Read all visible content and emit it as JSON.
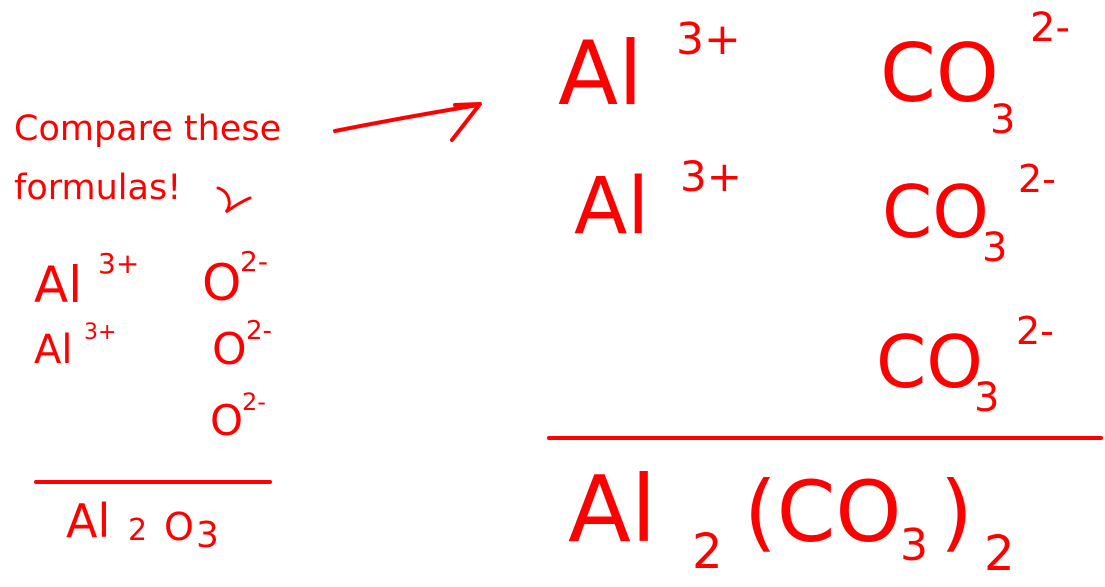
{
  "note": {
    "line1": "Compare these",
    "line2": "formulas!"
  },
  "left": {
    "row1": {
      "ion": "Al",
      "charge": "3+",
      "anion": "O",
      "anion_charge": "2-"
    },
    "row2": {
      "ion": "Al",
      "charge": "3+",
      "anion": "O",
      "anion_charge": "2-"
    },
    "row3": {
      "anion": "O",
      "anion_charge": "2-"
    },
    "result": {
      "a": "Al",
      "a_sub": "2",
      "b": "O",
      "b_sub": "3"
    }
  },
  "right": {
    "row1": {
      "ion": "Al",
      "charge": "3+",
      "anion": "CO",
      "anion_sub": "3",
      "anion_charge": "2-"
    },
    "row2": {
      "ion": "Al",
      "charge": "3+",
      "anion": "CO",
      "anion_sub": "3",
      "anion_charge": "2-"
    },
    "row3": {
      "anion": "CO",
      "anion_sub": "3",
      "anion_charge": "2-"
    },
    "result": {
      "a": "Al",
      "a_sub": "2",
      "b": "(CO",
      "b_sub": "3",
      "close": ")",
      "outer_sub": "2"
    }
  },
  "colors": {
    "ink": "#ff0000",
    "background": "#ffffff"
  }
}
